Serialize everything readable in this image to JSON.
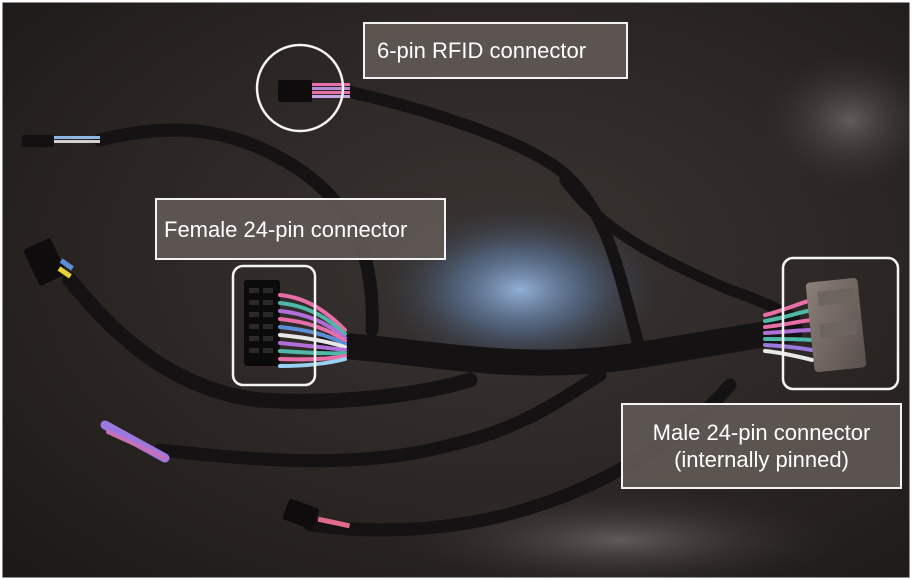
{
  "annotations": {
    "rfid_label": "6-pin RFID connector",
    "female_label": "Female 24-pin connector",
    "male_label_line1": "Male 24-pin connector",
    "male_label_line2": "(internally pinned)"
  },
  "colors": {
    "background": "#2b2623",
    "cable": "#141212",
    "label_fill": "#5f5854",
    "label_border": "#f3f3f3",
    "highlight": "#8fb6e6"
  },
  "icons": [
    "callout-circle",
    "callout-rounded-rectangle"
  ]
}
